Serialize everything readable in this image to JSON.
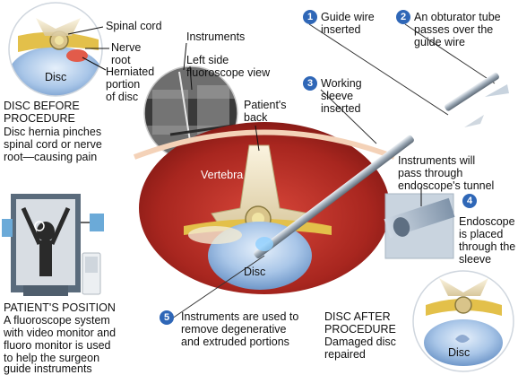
{
  "labels": {
    "spinal_cord": "Spinal cord",
    "nerve_root_1": "Nerve",
    "nerve_root_2": "root",
    "herniated_1": "Herniated",
    "herniated_2": "portion",
    "herniated_3": "of disc",
    "disc_top": "Disc",
    "instruments": "Instruments",
    "fluoro_1": "Left side",
    "fluoro_2": "fluoroscope view",
    "patients_back_1": "Patient's",
    "patients_back_2": "back",
    "vertebra": "Vertebra",
    "disc_center": "Disc",
    "disc_after": "Disc"
  },
  "before": {
    "title_1": "DISC BEFORE",
    "title_2": "PROCEDURE",
    "desc_1": "Disc hernia pinches",
    "desc_2": "spinal cord or nerve",
    "desc_3": "root—causing pain"
  },
  "position": {
    "title": "PATIENT'S POSITION",
    "desc_1": "A fluoroscope system",
    "desc_2": "with video monitor and",
    "desc_3": "fluoro monitor is used",
    "desc_4": "to help the surgeon",
    "desc_5": "guide instruments"
  },
  "steps": [
    {
      "num": "1",
      "line_1": "Guide wire",
      "line_2": "inserted"
    },
    {
      "num": "2",
      "line_1": "An obturator tube",
      "line_2": "passes over the",
      "line_3": "guide wire"
    },
    {
      "num": "3",
      "line_1": "Working",
      "line_2": "sleeve",
      "line_3": "inserted"
    },
    {
      "num": "4",
      "line_1": "Endoscope",
      "line_2": "is placed",
      "line_3": "through the",
      "line_4": "sleeve"
    },
    {
      "num": "5",
      "line_1": "Instruments are used to",
      "line_2": "remove degenerative",
      "line_3": "and extruded portions"
    }
  ],
  "tunnel": {
    "line_1": "Instruments will",
    "line_2": "pass through",
    "line_3": "endoscope's tunnel"
  },
  "after": {
    "title_1": "DISC AFTER",
    "title_2": "PROCEDURE",
    "desc_1": "Damaged disc",
    "desc_2": "repaired"
  },
  "colors": {
    "step_badge": "#2f67b7",
    "muscle": "#b9322a",
    "disc": "#a9c6e8",
    "nerve": "#e6c64a"
  }
}
